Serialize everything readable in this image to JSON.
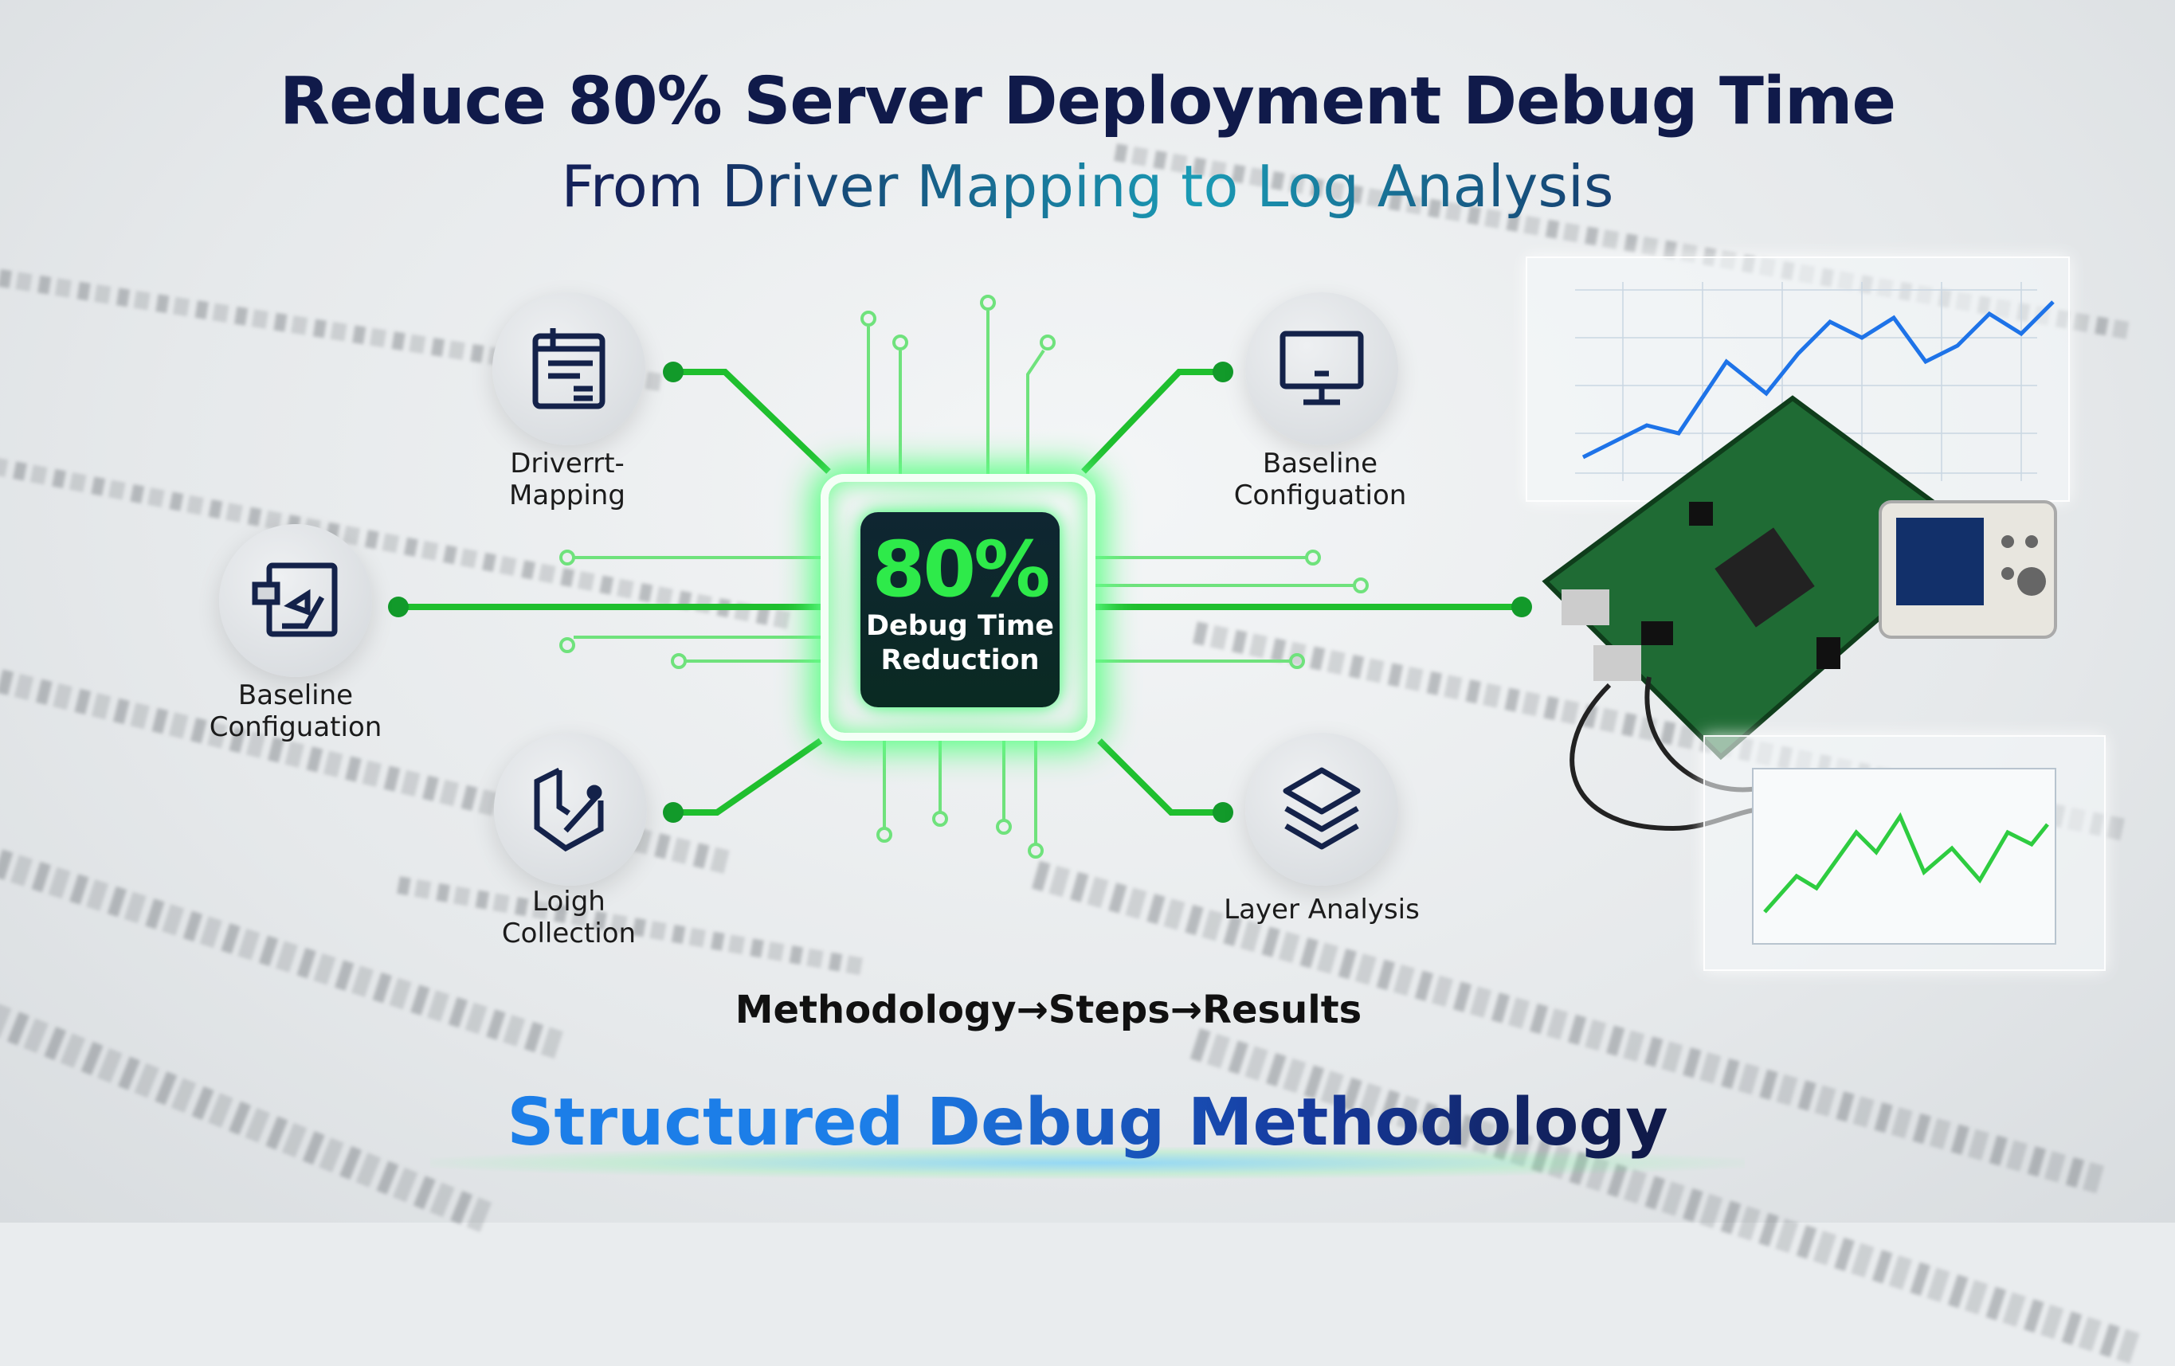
{
  "header": {
    "title": "Reduce 80% Server Deployment Debug Time",
    "subtitle": "From Driver Mapping to Log Analysis"
  },
  "center": {
    "percent": "80%",
    "line1": "Debug Time",
    "line2": "Reduction"
  },
  "steps": [
    {
      "icon": "document-icon",
      "line1": "Driverrt-",
      "line2": "Mapping"
    },
    {
      "icon": "monitor-icon",
      "line1": "Baseline",
      "line2": "Configuation"
    },
    {
      "icon": "config-box-icon",
      "line1": "Baseline",
      "line2": "Configuation"
    },
    {
      "icon": "collection-icon",
      "line1": "Loigh",
      "line2": "Collection"
    },
    {
      "icon": "layers-icon",
      "line1": "Layer Analysis",
      "line2": ""
    }
  ],
  "flow": "Methodology→Steps→Results",
  "footer": "Structured Debug Methodology",
  "colors": {
    "accent_green": "#2eea4a",
    "navy": "#101a4a",
    "blue": "#1c7ee8"
  }
}
